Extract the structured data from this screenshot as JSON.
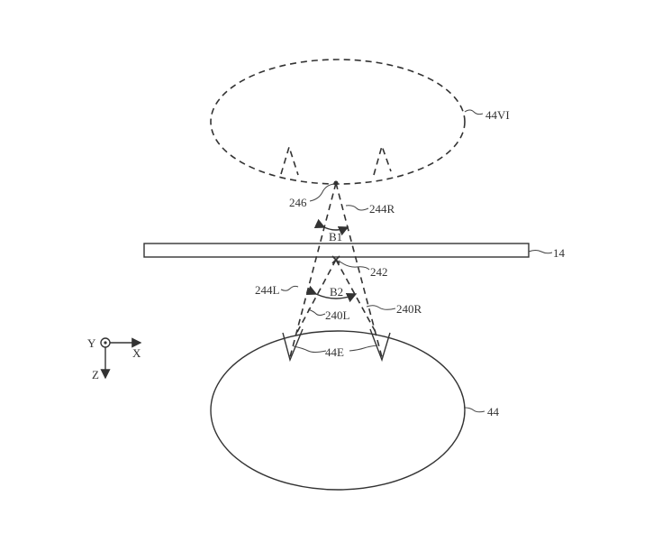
{
  "labels": {
    "virtual_image": "44VI",
    "plate": "14",
    "virtual_point": "246",
    "ray_right_virtual": "244R",
    "angle_b1": "B1",
    "plate_point": "242",
    "ray_left_virtual": "244L",
    "angle_b2": "B2",
    "ray_left": "240L",
    "ray_right": "240R",
    "eye_features": "44E",
    "eye": "44"
  },
  "axes": {
    "y": "Y",
    "x": "X",
    "z": "Z"
  }
}
